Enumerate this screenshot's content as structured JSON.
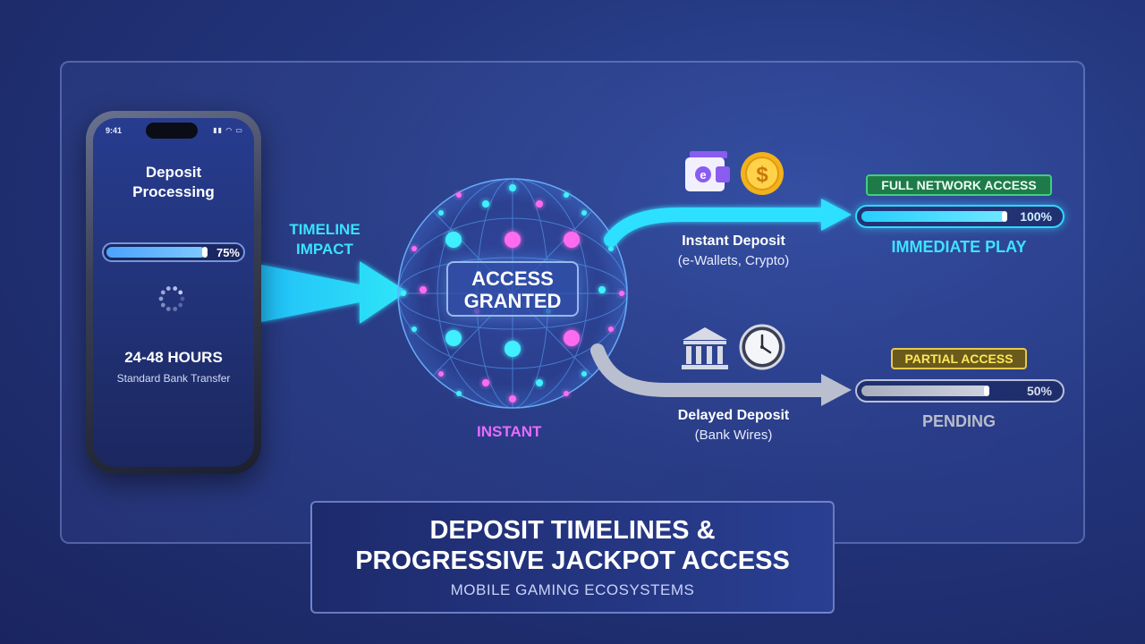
{
  "phone": {
    "time": "9:41",
    "title_line1": "Deposit",
    "title_line2": "Processing",
    "progress": 0.75,
    "progress_label": "75%",
    "hours": "24-48 HOURS",
    "method": "Standard Bank Transfer"
  },
  "timeline": {
    "line1": "TIMELINE",
    "line2": "IMPACT"
  },
  "network": {
    "access_line1": "ACCESS",
    "access_line2": "GRANTED",
    "instant": "INSTANT"
  },
  "instant_path": {
    "title": "Instant Deposit",
    "subtitle": "(e-Wallets, Crypto)",
    "icons": [
      "e-wallet-icon",
      "dollar-coin-icon"
    ],
    "badge": "FULL NETWORK ACCESS",
    "progress": 1.0,
    "progress_label": "100%",
    "result": "IMMEDIATE PLAY"
  },
  "delayed_path": {
    "title": "Delayed Deposit",
    "subtitle": "(Bank Wires)",
    "icons": [
      "bank-icon",
      "clock-icon"
    ],
    "badge": "PARTIAL ACCESS",
    "progress": 0.5,
    "progress_label": "50%",
    "result": "PENDING"
  },
  "title": {
    "line1": "DEPOSIT TIMELINES &",
    "line2": "PROGRESSIVE JACKPOT ACCESS",
    "subtitle": "MOBILE GAMING ECOSYSTEMS"
  },
  "colors": {
    "cyan": "#2fd8ff",
    "magenta": "#e86bff",
    "gray": "#b9bfcf",
    "green_badge": "#1f7a4a",
    "yellow_badge": "#e8c94a"
  }
}
